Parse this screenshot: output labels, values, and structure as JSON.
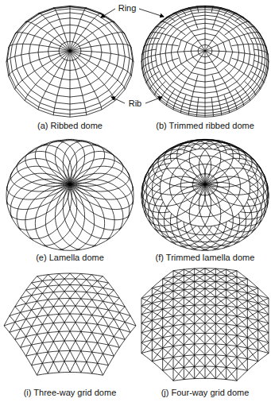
{
  "diagram": {
    "labels": [
      "Ring",
      "Rib",
      "(a) Ribbed dome",
      "(b) Trimmed ribbed dome",
      "(e) Lamella dome",
      "(f) Trimmed lamella dome",
      "(i) Three-way grid dome",
      "(j) Four-way grid dome"
    ]
  }
}
